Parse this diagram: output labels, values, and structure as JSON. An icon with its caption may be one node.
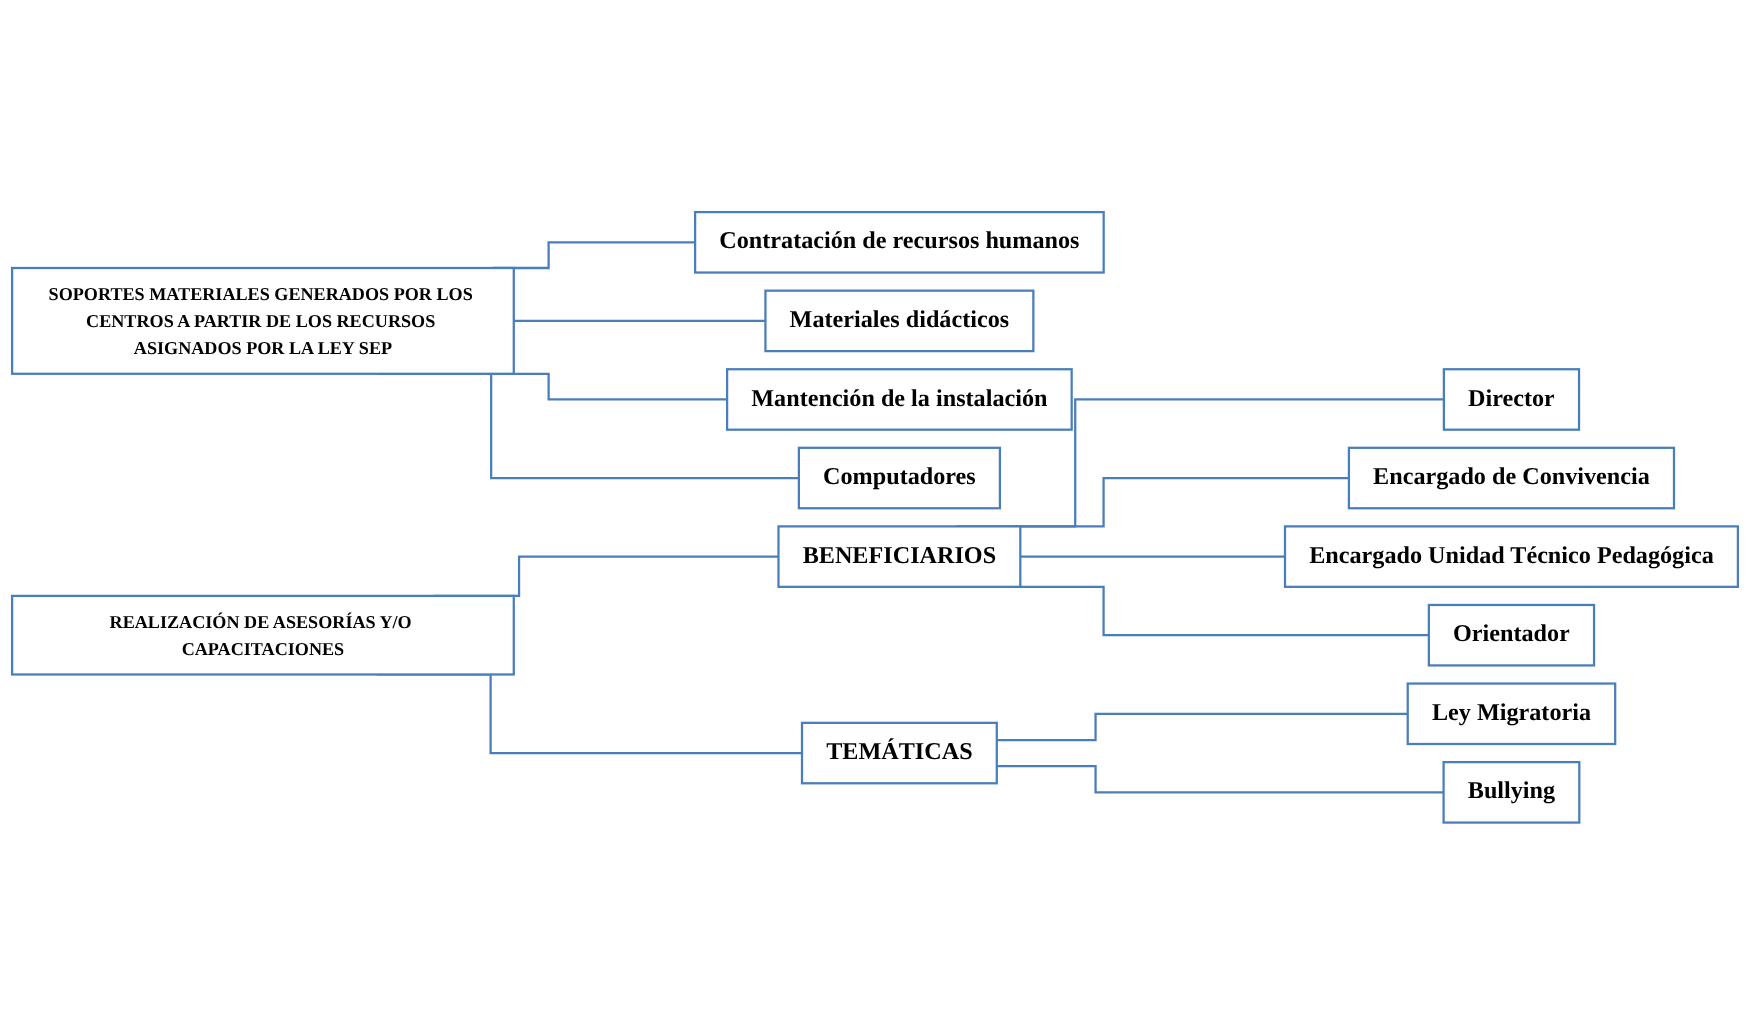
{
  "diagram": {
    "nodes": [
      {
        "text": [
          "SOPORTES MATERIALES GENERADOS POR LOS CENTROS A PARTIR DE LOS RECURSOS ASIGNADOS POR LA LEY SEP"
        ]
      },
      {
        "text": [
          "Contratación de recursos humanos"
        ]
      },
      {
        "text": [
          "Materiales didácticos"
        ]
      },
      {
        "text": [
          "Mantención de la instalación"
        ]
      },
      {
        "text": [
          "Computadores"
        ]
      },
      {
        "text": [
          "REALIZACIÓN DE ASESORÍAS Y/O CAPACITACIONES"
        ]
      },
      {
        "text": [
          "BENEFICIARIOS"
        ]
      },
      {
        "text": [
          "Director"
        ]
      },
      {
        "text": [
          "Encargado de Convivencia"
        ]
      },
      {
        "text": [
          "Encargado Unidad Técnico Pedagógica"
        ]
      },
      {
        "text": [
          "Orientador"
        ]
      },
      {
        "text": [
          "TEMÁTICAS"
        ]
      },
      {
        "text": [
          "Ley Migratoria"
        ]
      },
      {
        "text": [
          "Bullying"
        ]
      }
    ],
    "edges": [
      {
        "from": 0,
        "to": 1,
        "arrow": "none"
      },
      {
        "from": 0,
        "to": 2,
        "arrow": "none"
      },
      {
        "from": 0,
        "to": 3,
        "arrow": "none"
      },
      {
        "from": 0,
        "to": 4,
        "arrow": "none"
      },
      {
        "from": 5,
        "to": 6,
        "arrow": "none"
      },
      {
        "from": 5,
        "to": 11,
        "arrow": "none"
      },
      {
        "from": 6,
        "to": 7,
        "arrow": "none"
      },
      {
        "from": 6,
        "to": 8,
        "arrow": "none"
      },
      {
        "from": 6,
        "to": 9,
        "arrow": "none"
      },
      {
        "from": 6,
        "to": 10,
        "arrow": "none"
      },
      {
        "from": 11,
        "to": 12,
        "arrow": "none"
      },
      {
        "from": 11,
        "to": 13,
        "arrow": "none"
      }
    ]
  }
}
